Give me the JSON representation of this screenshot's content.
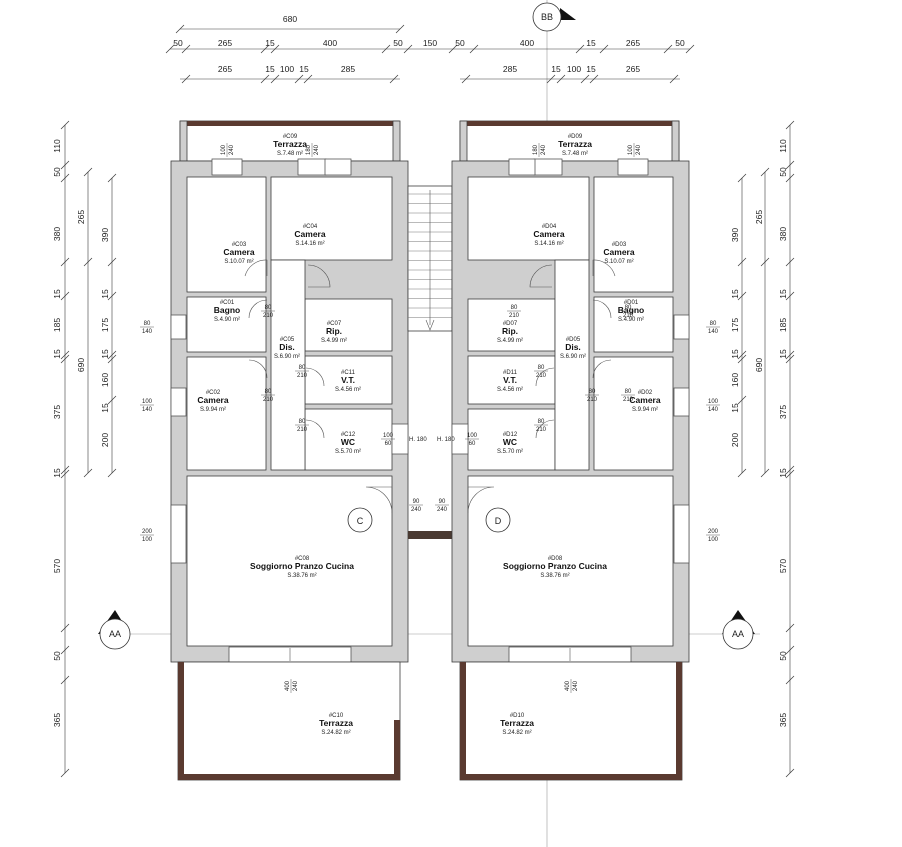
{
  "dims": {
    "top_total": "680",
    "row1_left": [
      "50",
      "265",
      "15",
      "400",
      "50"
    ],
    "row1_gap": "150",
    "row1_right": [
      "50",
      "400",
      "15",
      "265",
      "50"
    ],
    "row2_left": [
      "265",
      "15",
      "100",
      "15",
      "285"
    ],
    "row2_right": [
      "285",
      "15",
      "100",
      "15",
      "265"
    ],
    "left_outer": [
      "110",
      "50",
      "380",
      "15",
      "185",
      "15",
      "375",
      "15",
      "570",
      "50",
      "365"
    ],
    "left_sub_a": [
      "265",
      "690"
    ],
    "left_inner": [
      "390",
      "15",
      "175",
      "15",
      "160",
      "15",
      "200"
    ],
    "right_outer": [
      "110",
      "50",
      "380",
      "15",
      "185",
      "15",
      "375",
      "15",
      "570",
      "50",
      "365"
    ],
    "right_sub_a": [
      "265",
      "690"
    ],
    "right_inner": [
      "390",
      "15",
      "175",
      "15",
      "160",
      "15",
      "200"
    ]
  },
  "markers": {
    "bb": "BB",
    "aa_left": "AA",
    "aa_right": "AA",
    "c": "C",
    "d": "D"
  },
  "rooms": {
    "c09": {
      "code": "#C09",
      "name": "Terrazza",
      "area": "S.7.48 m²"
    },
    "c04": {
      "code": "#C04",
      "name": "Camera",
      "area": "S.14.16 m²"
    },
    "c03": {
      "code": "#C03",
      "name": "Camera",
      "area": "S.10.07 m²"
    },
    "c01": {
      "code": "#C01",
      "name": "Bagno",
      "area": "S.4.90 m²"
    },
    "c07": {
      "code": "#C07",
      "name": "Rip.",
      "area": "S.4.99 m²"
    },
    "c05": {
      "code": "#C05",
      "name": "Dis.",
      "area": "S.6.90 m²"
    },
    "c02": {
      "code": "#C02",
      "name": "Camera",
      "area": "S.9.94 m²"
    },
    "c11": {
      "code": "#C11",
      "name": "V.T.",
      "area": "S.4.56 m²"
    },
    "c12": {
      "code": "#C12",
      "name": "WC",
      "area": "S.5.70 m²"
    },
    "c08": {
      "code": "#C08",
      "name": "Soggiorno Pranzo Cucina",
      "area": "S.38.76 m²"
    },
    "c10": {
      "code": "#C10",
      "name": "Terrazza",
      "area": "S.24.82 m²"
    },
    "d09": {
      "code": "#D09",
      "name": "Terrazza",
      "area": "S.7.48 m²"
    },
    "d04": {
      "code": "#D04",
      "name": "Camera",
      "area": "S.14.16 m²"
    },
    "d03": {
      "code": "#D03",
      "name": "Camera",
      "area": "S.10.07 m²"
    },
    "d01": {
      "code": "#D01",
      "name": "Bagno",
      "area": "S.4.90 m²"
    },
    "d07": {
      "code": "#D07",
      "name": "Rip.",
      "area": "S.4.99 m²"
    },
    "d05": {
      "code": "#D05",
      "name": "Dis.",
      "area": "S.6.90 m²"
    },
    "d02": {
      "code": "#D02",
      "name": "Camera",
      "area": "S.9.94 m²"
    },
    "d11": {
      "code": "#D11",
      "name": "V.T.",
      "area": "S.4.56 m²"
    },
    "d12": {
      "code": "#D12",
      "name": "WC",
      "area": "S.5.70 m²"
    },
    "d08": {
      "code": "#D08",
      "name": "Soggiorno Pranzo Cucina",
      "area": "S.38.76 m²"
    },
    "d10": {
      "code": "#D10",
      "name": "Terrazza",
      "area": "S.24.82 m²"
    }
  },
  "openings": {
    "top_win_100": [
      "100",
      "240"
    ],
    "top_win_180": [
      "180",
      "240"
    ],
    "win_80_140": [
      "80",
      "140"
    ],
    "win_100_140": [
      "100",
      "140"
    ],
    "win_200_100": [
      "200",
      "100"
    ],
    "door_80_210": [
      "80",
      "210"
    ],
    "door_90_240": [
      "90",
      "240"
    ],
    "door_400_240": [
      "400",
      "240"
    ],
    "win_100_60": [
      "100",
      "60"
    ],
    "h180": "H. 180"
  }
}
